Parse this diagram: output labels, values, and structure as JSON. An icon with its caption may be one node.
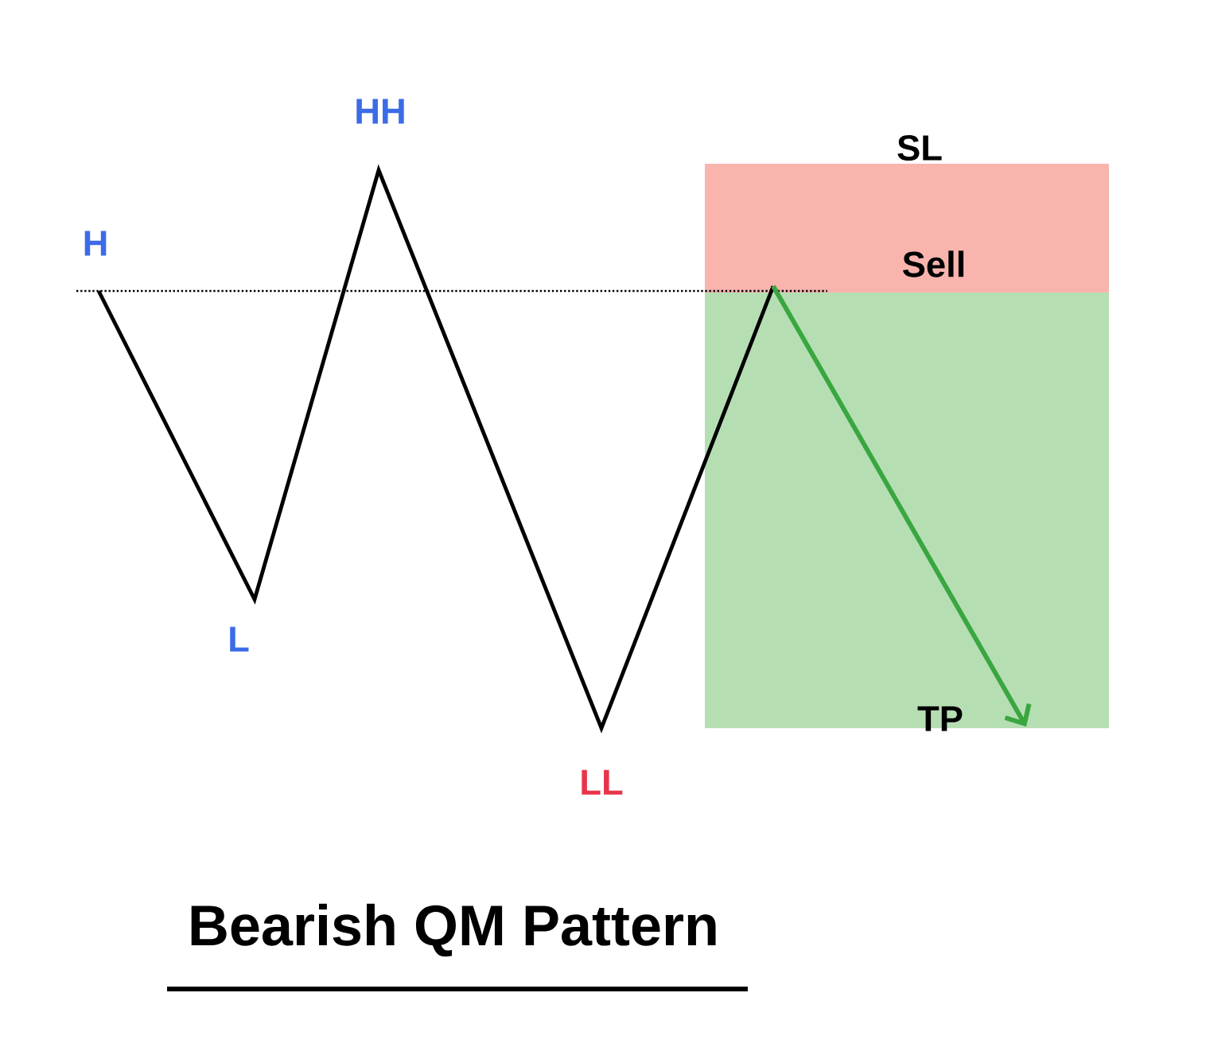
{
  "diagram": {
    "title": "Bearish QM Pattern",
    "nodes": [
      {
        "text": [
          "SL",
          "Sell"
        ]
      },
      {
        "text": [
          "TP"
        ]
      }
    ],
    "edges": [
      {
        "from": 0,
        "to": 1,
        "arrow": "to"
      }
    ],
    "labels": [
      "H",
      "HH",
      "L",
      "LL"
    ]
  }
}
